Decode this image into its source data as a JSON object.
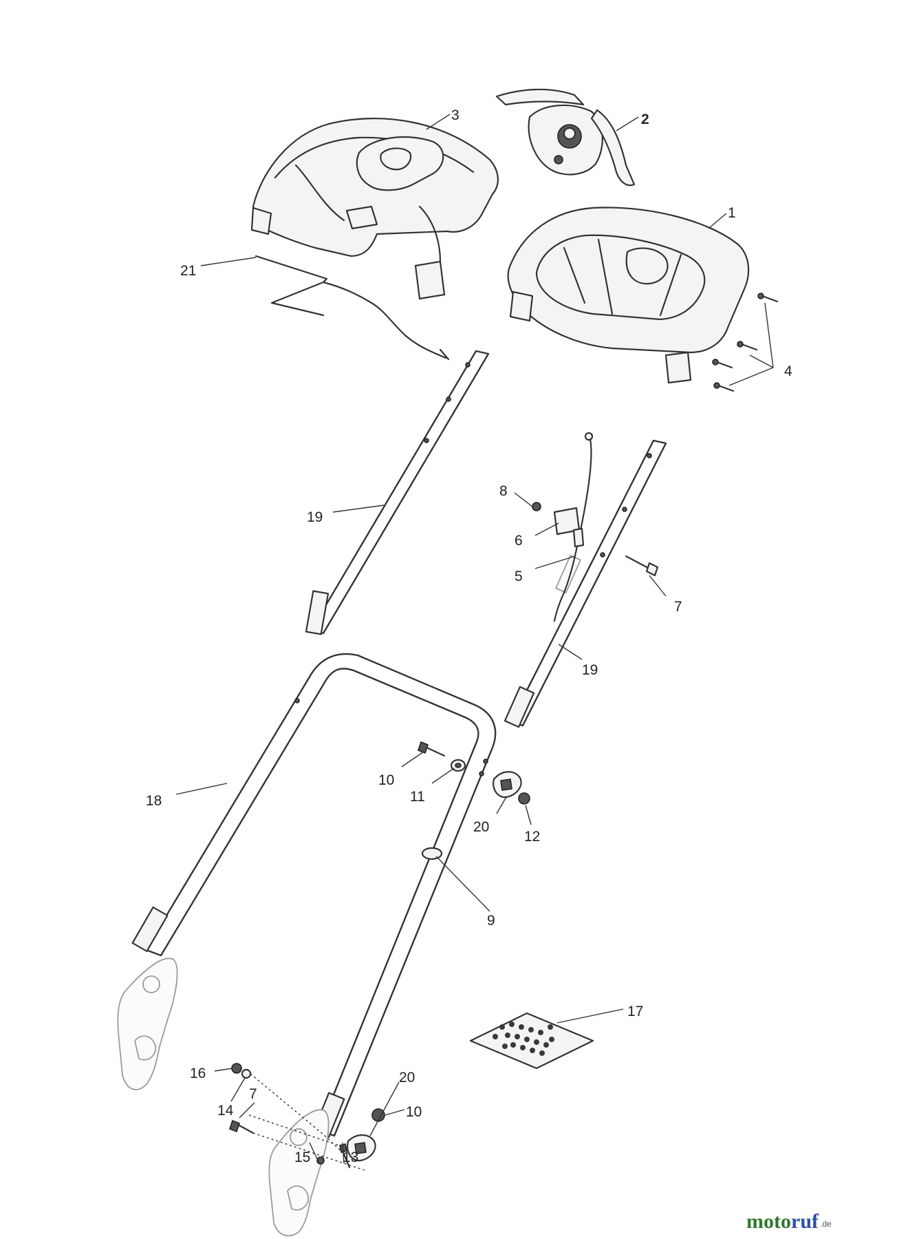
{
  "callouts": {
    "c1": "1",
    "c2": "2",
    "c3": "3",
    "c4": "4",
    "c5": "5",
    "c6": "6",
    "c7a": "7",
    "c7b": "7",
    "c8": "8",
    "c9": "9",
    "c10a": "10",
    "c10b": "10",
    "c11": "11",
    "c12": "12",
    "c13": "13",
    "c14": "14",
    "c15": "15",
    "c16": "16",
    "c17": "17",
    "c18": "18",
    "c19a": "19",
    "c19b": "19",
    "c20a": "20",
    "c20b": "20",
    "c21": "21"
  },
  "watermark": {
    "moto": "moto",
    "ruf": "ruf",
    "tld": ".de"
  }
}
